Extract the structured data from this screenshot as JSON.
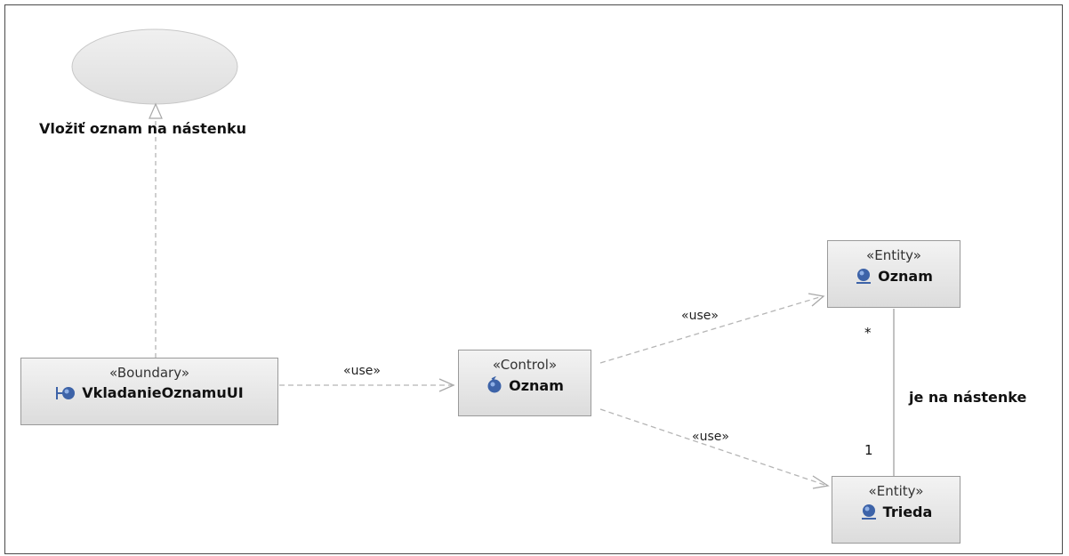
{
  "usecase": {
    "label": "Vložiť oznam na nástenku"
  },
  "boundary": {
    "stereotype": "«Boundary»",
    "name": "VkladanieOznamuUI",
    "icon": "boundary-icon"
  },
  "control": {
    "stereotype": "«Control»",
    "name": "Oznam",
    "icon": "control-icon"
  },
  "entity_oznam": {
    "stereotype": "«Entity»",
    "name": "Oznam",
    "icon": "entity-icon"
  },
  "entity_trieda": {
    "stereotype": "«Entity»",
    "name": "Trieda",
    "icon": "entity-icon"
  },
  "edges": {
    "use_boundary_control": "«use»",
    "use_control_oznam": "«use»",
    "use_control_trieda": "«use»"
  },
  "association": {
    "label": "je na nástenke",
    "mult_oznam": "*",
    "mult_trieda": "1"
  },
  "colors": {
    "box_border": "#9a9a9a",
    "edge": "#b0b0b0",
    "icon_blue": "#3d63a8",
    "usecase_fill": "#e6e6e6"
  }
}
